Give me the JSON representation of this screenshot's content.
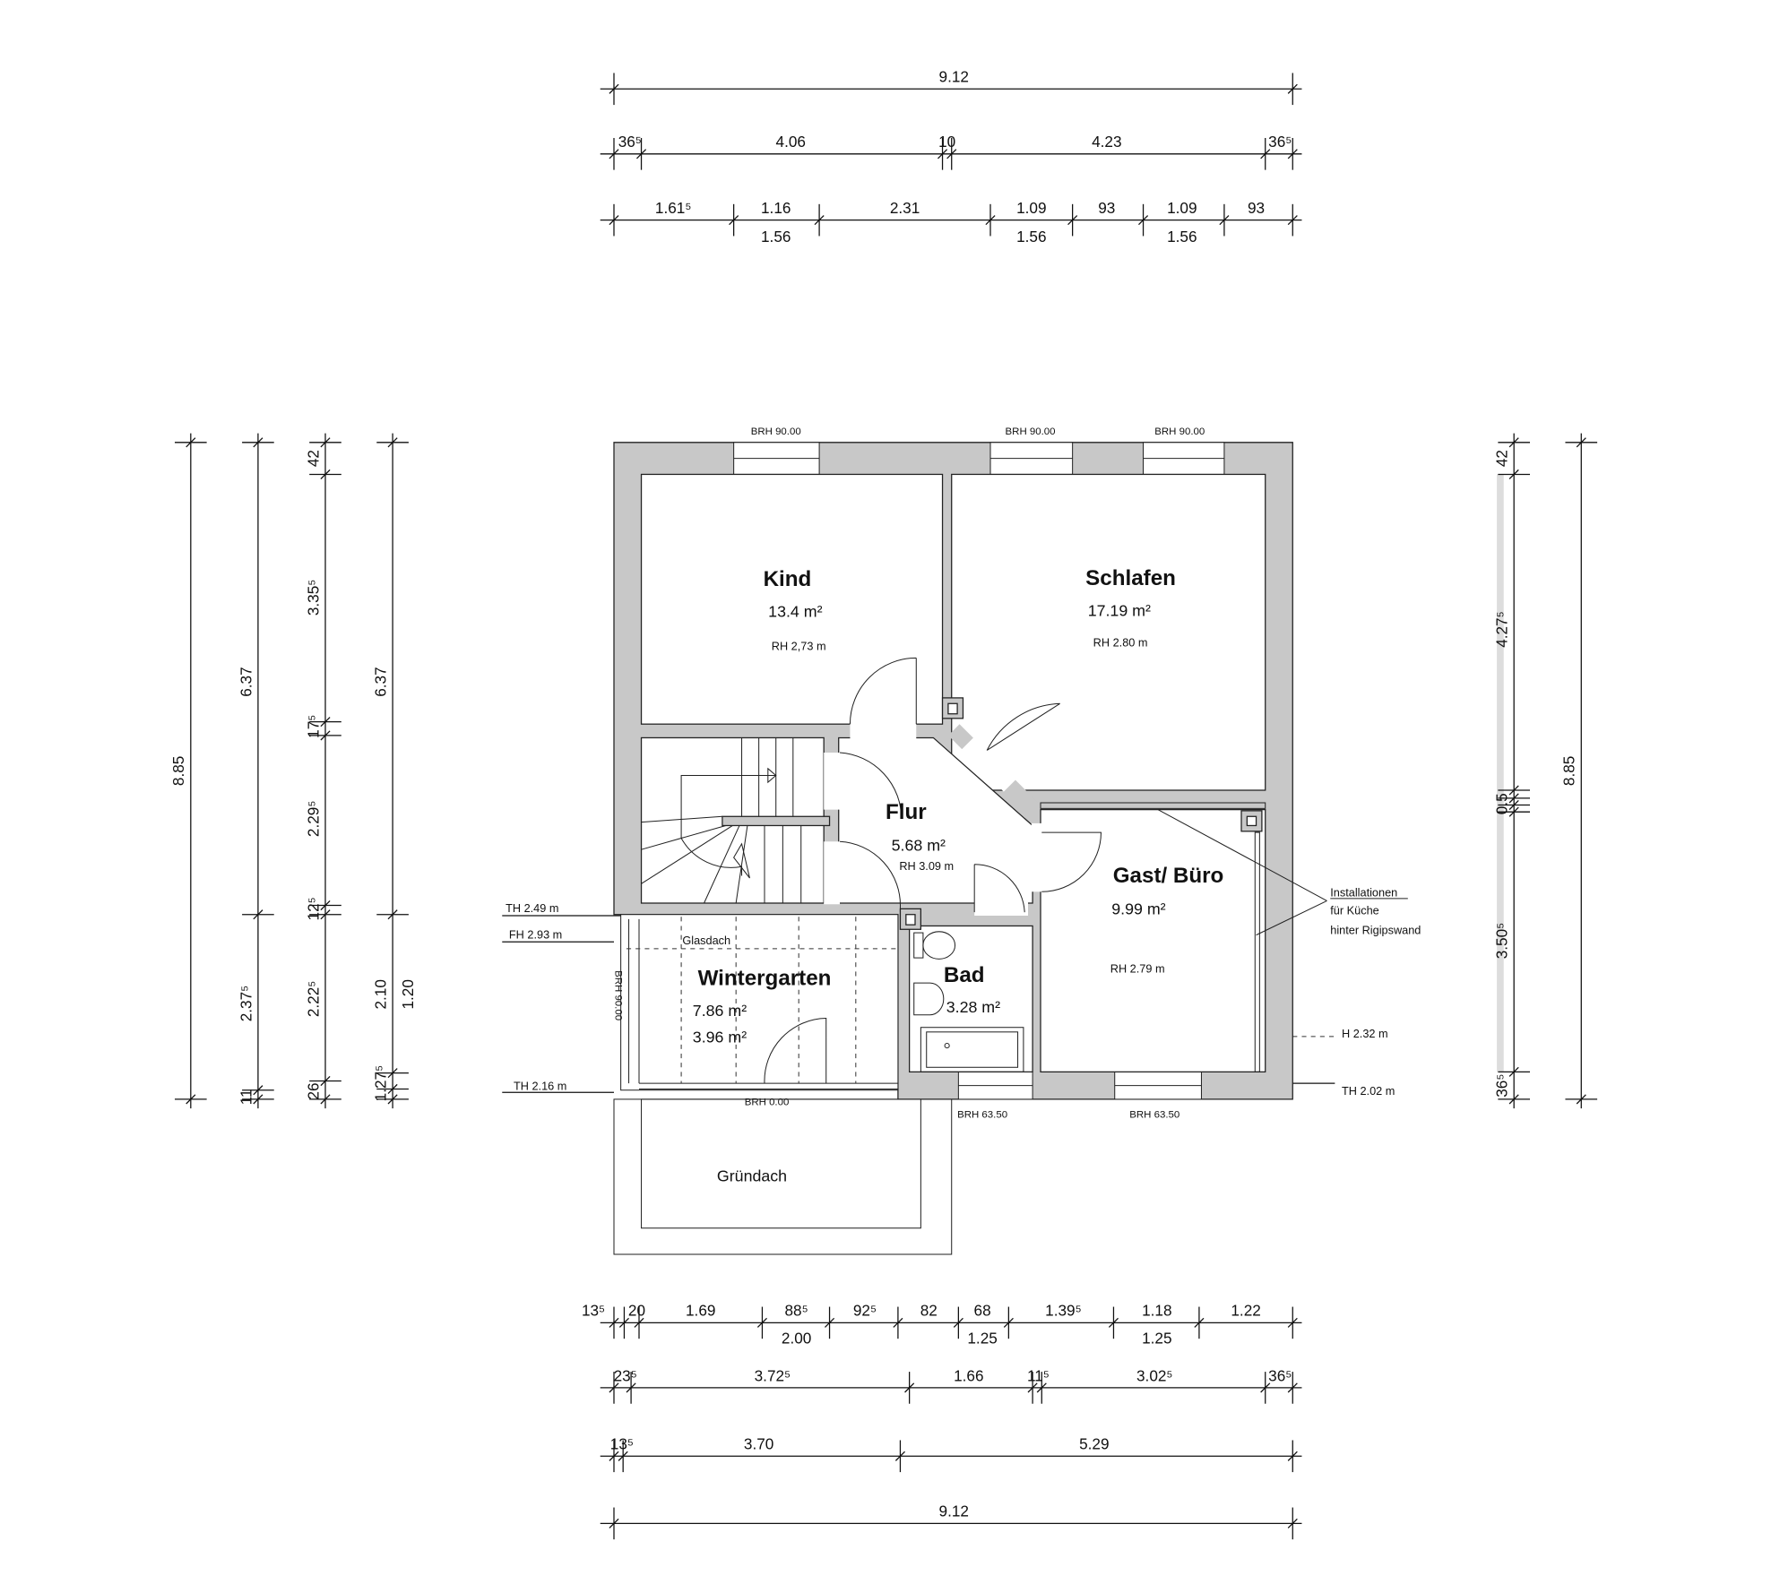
{
  "rooms": {
    "kind": {
      "name": "Kind",
      "area": "13.4 m²",
      "rh": "RH 2,73 m"
    },
    "schlafen": {
      "name": "Schlafen",
      "area": "17.19 m²",
      "rh": "RH 2.80 m"
    },
    "flur": {
      "name": "Flur",
      "area": "5.68 m²",
      "rh": "RH 3.09 m"
    },
    "gast": {
      "name": "Gast/ Büro",
      "area": "9.99 m²",
      "rh": "RH 2.79 m"
    },
    "wintergarten": {
      "name": "Wintergarten",
      "area": "7.86 m²",
      "area2": "3.96 m²",
      "roof": "Glasdach"
    },
    "bad": {
      "name": "Bad",
      "area": "3.28 m²"
    },
    "gruendach": {
      "name": "Gründach"
    }
  },
  "annotations": {
    "brh_top": [
      "BRH 90.00",
      "BRH 90.00",
      "BRH 90.00"
    ],
    "brh_bottom": [
      "BRH 63.50",
      "BRH 63.50"
    ],
    "brh_wg": "BRH 0.00",
    "brh_wg_side": "BRH 90.00",
    "th_249": "TH  2.49 m",
    "fh_293": "FH  2.93 m",
    "th_216": "TH  2.16 m",
    "h_232": "H  2.32 m",
    "th_202": "TH  2.02 m",
    "install": [
      "Installationen",
      "für Küche",
      "hinter Rigipswand"
    ]
  },
  "dims": {
    "top1": [
      "9.12"
    ],
    "top2": [
      "36⁵",
      "4.06",
      "10",
      "4.23",
      "36⁵"
    ],
    "top3": [
      "1.61⁵",
      "1.16",
      "2.31",
      "1.09",
      "93",
      "1.09",
      "93"
    ],
    "top3b": [
      "1.56",
      "1.56",
      "1.56"
    ],
    "bot1": [
      "13⁵",
      "20",
      "1.69",
      "88⁵",
      "92⁵",
      "82",
      "68",
      "1.39⁵",
      "1.18",
      "1.22"
    ],
    "bot1b": [
      "2.00",
      "1.25",
      "1.25"
    ],
    "bot2": [
      "23⁵",
      "3.72⁵",
      "1.66",
      "11⁵",
      "3.02⁵",
      "36⁵"
    ],
    "bot3": [
      "13⁵",
      "3.70",
      "5.29"
    ],
    "bot4": [
      "9.12"
    ],
    "left1": [
      "8.85"
    ],
    "left2": [
      "6.37",
      "2.37⁵",
      "11"
    ],
    "left3": [
      "42",
      "3.35⁵",
      "17⁵",
      "2.29⁵",
      "12⁵",
      "2.22⁵",
      "26"
    ],
    "left4": [
      "6.37",
      "2.10",
      "1.20",
      "1.27⁵"
    ],
    "right1": [
      "42",
      "4.27⁵",
      "0.5",
      "3.50⁵",
      "36⁵"
    ],
    "right2": [
      "8.85"
    ]
  }
}
